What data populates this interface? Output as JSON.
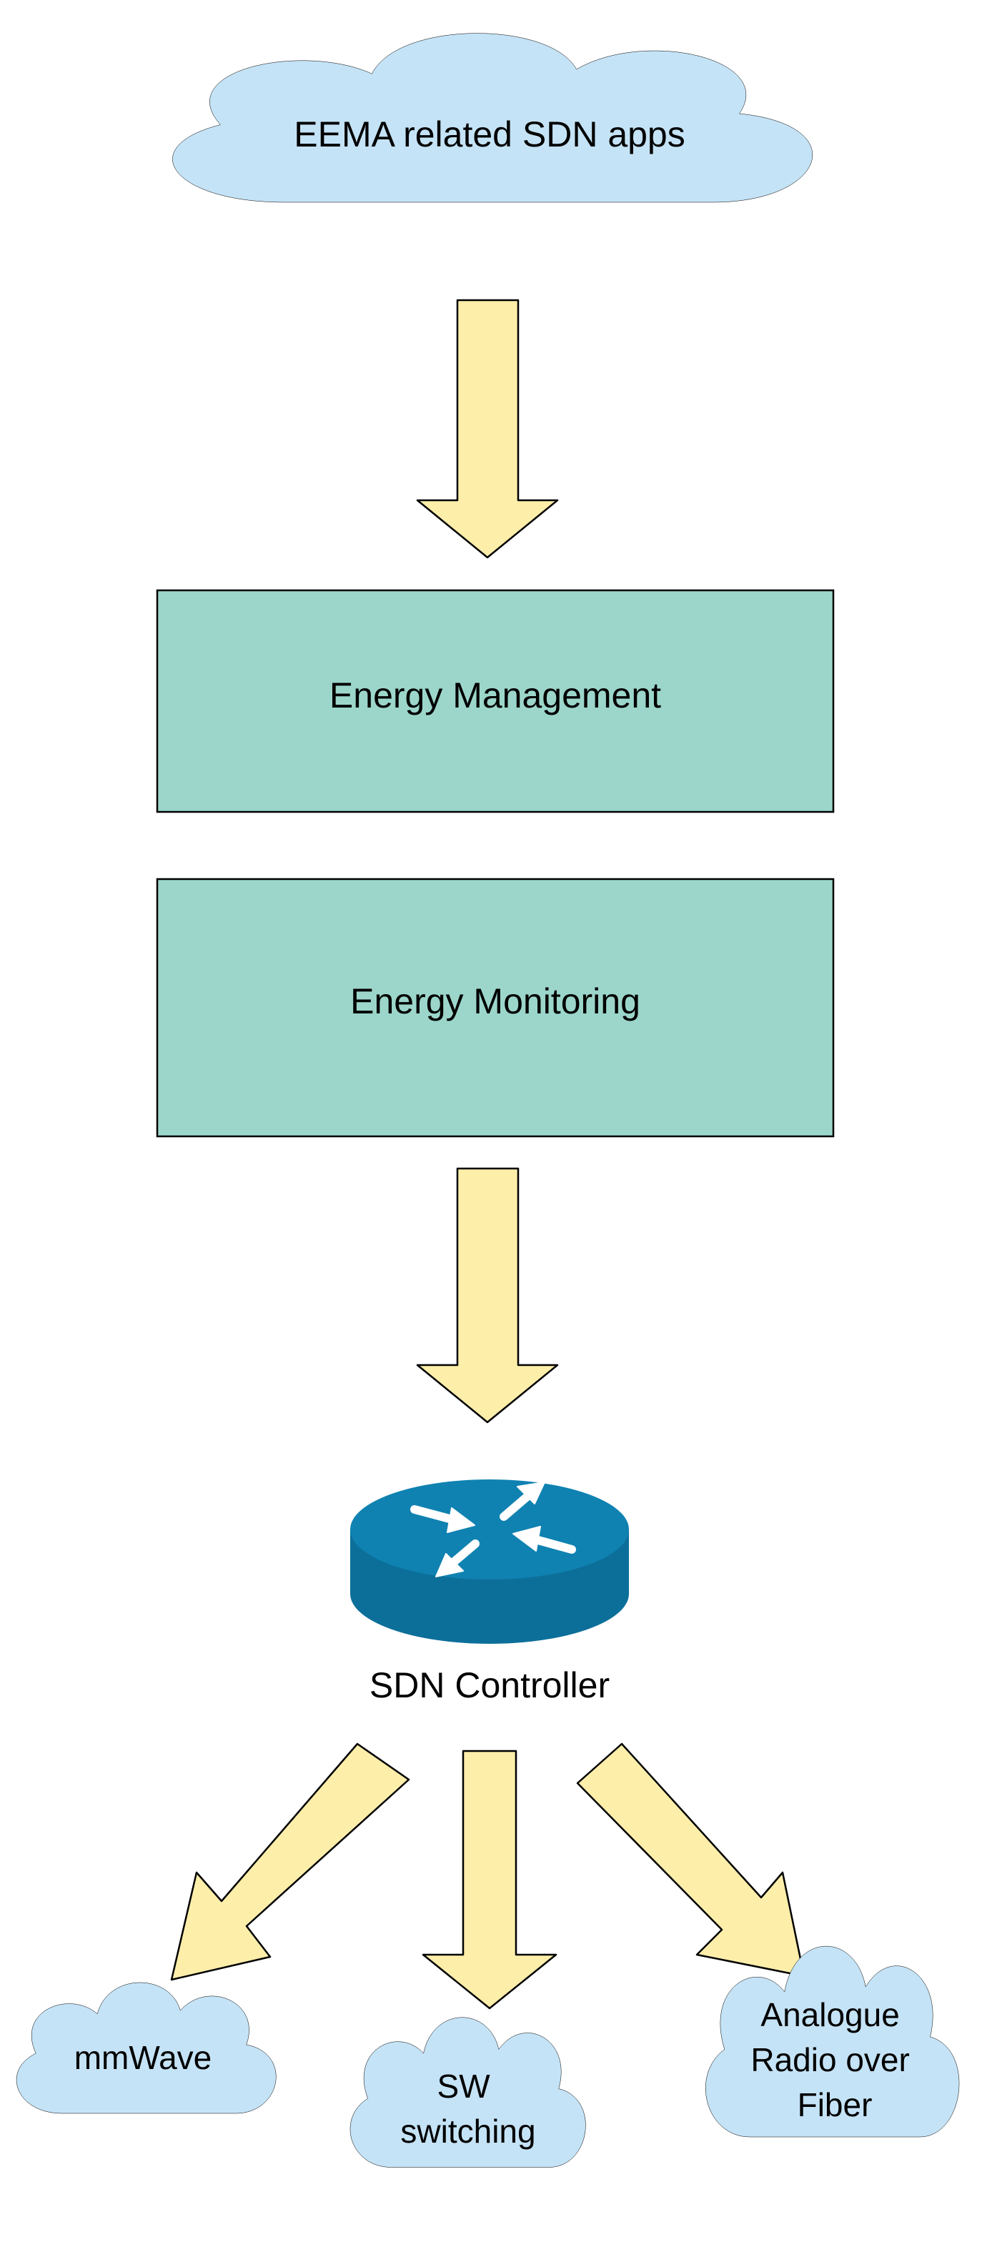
{
  "top_cloud": {
    "label": "EEMA related SDN apps"
  },
  "layers": [
    {
      "label": "Energy Management"
    },
    {
      "label": "Energy Monitoring"
    }
  ],
  "controller": {
    "label": "SDN Controller",
    "icon": "router-icon"
  },
  "targets": [
    {
      "lines": [
        "mmWave"
      ]
    },
    {
      "lines": [
        "SW",
        "switching"
      ]
    },
    {
      "lines": [
        "Analogue",
        "Radio over",
        "Fiber"
      ]
    }
  ],
  "colors": {
    "cloud_fill": "#c5e3f6",
    "box_fill": "#9cd6cb",
    "arrow_fill": "#fdeeaa",
    "router_fill": "#0c6f9a",
    "stroke": "#000000"
  }
}
